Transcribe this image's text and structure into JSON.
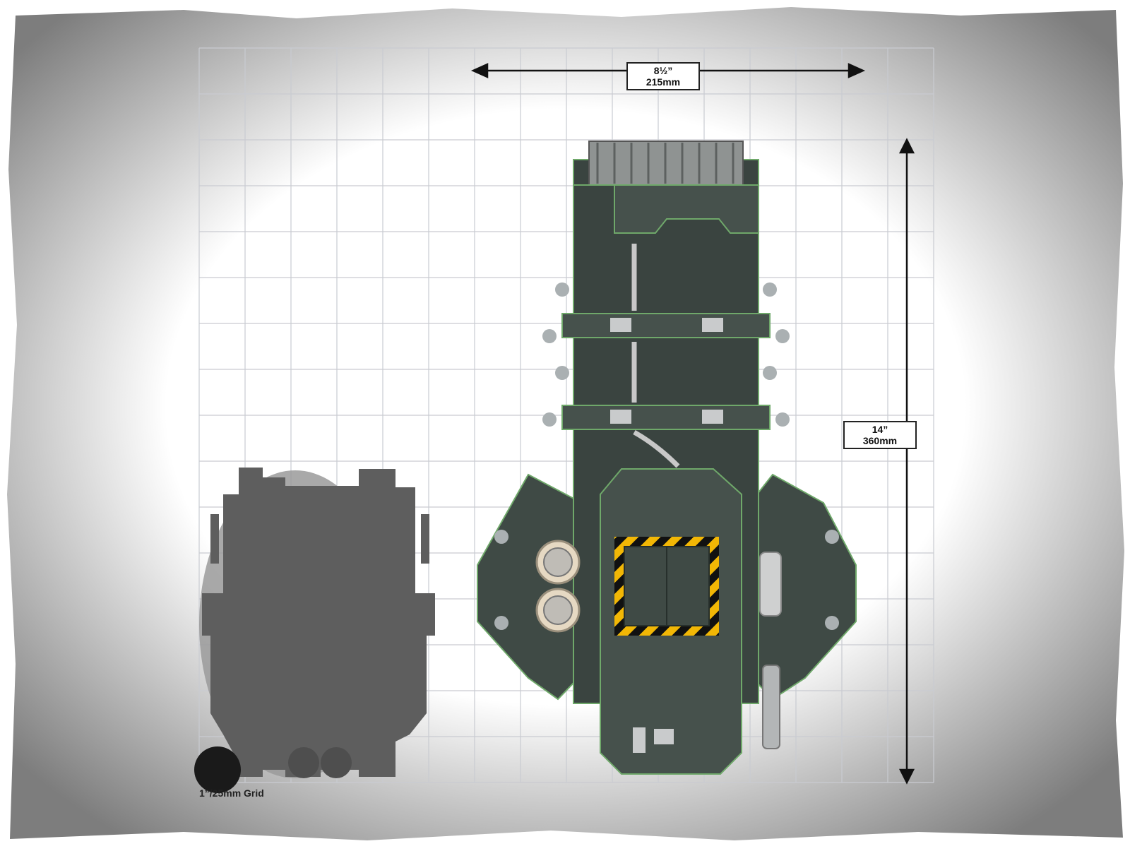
{
  "width_dimension": {
    "imperial": "8½”",
    "metric": "215mm"
  },
  "height_dimension": {
    "imperial": "14”",
    "metric": "360mm"
  },
  "grid_caption": "1”/25mm Grid",
  "colors": {
    "frame": "#8e8e8e",
    "grid_line": "#c9cbd1",
    "model_body": "#3f4a45",
    "model_edge": "#6fa86a",
    "silhouette_dark": "#5e5e5e",
    "silhouette_light": "#9a9a9a",
    "hazard_yellow": "#f2b705",
    "dimension_line": "#111111"
  },
  "icons": [
    "left-arrow-icon",
    "right-arrow-icon",
    "up-arrow-icon",
    "down-arrow-icon",
    "fan-icon"
  ]
}
